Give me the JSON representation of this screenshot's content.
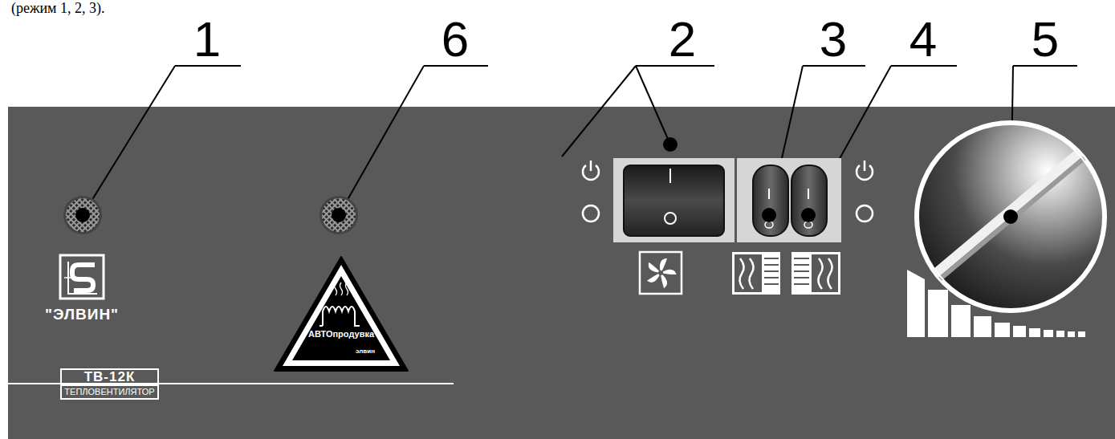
{
  "diagram": {
    "nodes": [
      {
        "text": [
          "ТВ-12К",
          "ТЕПЛОВЕНТИЛЯТОР"
        ]
      },
      {
        "text": [
          "АВТОпродувка",
          "элвин"
        ]
      }
    ],
    "labels": [
      "(режим 1, 2, 3).",
      "1",
      "6",
      "2",
      "3",
      "4",
      "5",
      "\"ЭЛВИН\""
    ]
  }
}
